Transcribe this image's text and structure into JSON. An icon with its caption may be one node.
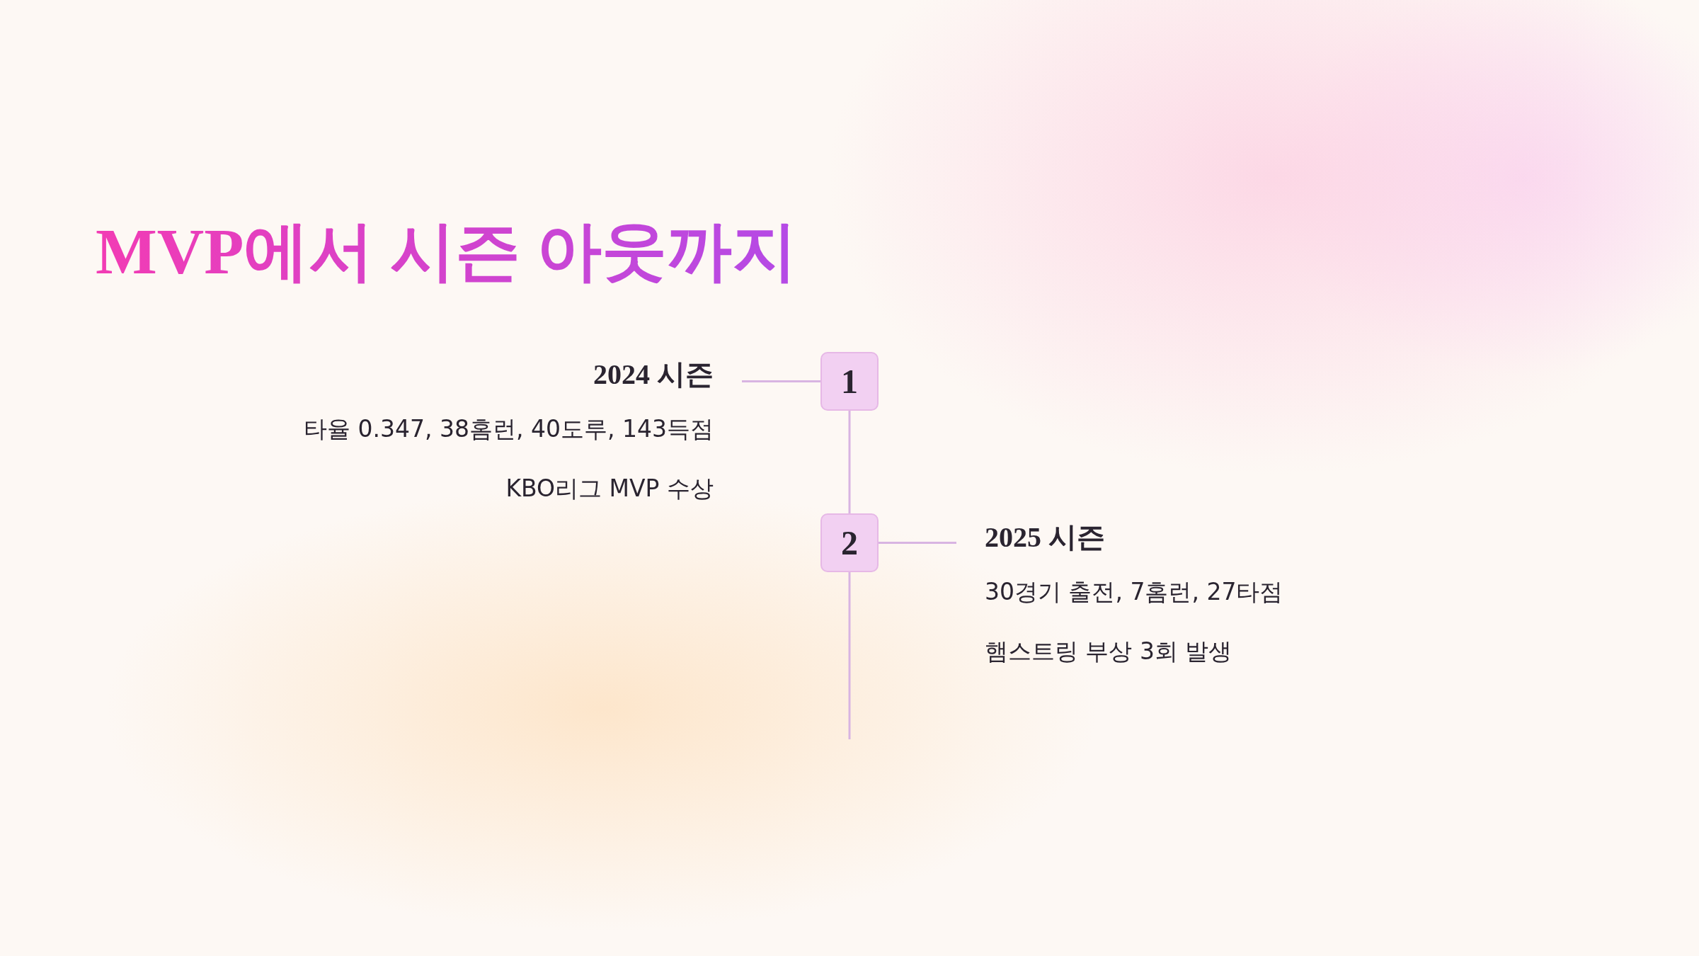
{
  "diagram": {
    "title": "MVP에서 시즌 아웃까지",
    "nodes": [
      {
        "text": [
          "1"
        ]
      },
      {
        "text": [
          "2"
        ]
      },
      {
        "text": [
          "2024 시즌",
          "타율 0.347, 38홈런, 40도루, 143득점",
          "KBO리그 MVP 수상"
        ]
      },
      {
        "text": [
          "2025 시즌",
          "30경기 출전, 7홈런, 27타점",
          "햄스트링 부상 3회 발생"
        ]
      }
    ],
    "edges": [
      {
        "from": 2,
        "to": 0,
        "arrow": "none"
      },
      {
        "from": 0,
        "to": 1,
        "arrow": "none"
      },
      {
        "from": 1,
        "to": 3,
        "arrow": "none"
      },
      {
        "from": 1,
        "to": null,
        "arrow": "none"
      }
    ]
  }
}
